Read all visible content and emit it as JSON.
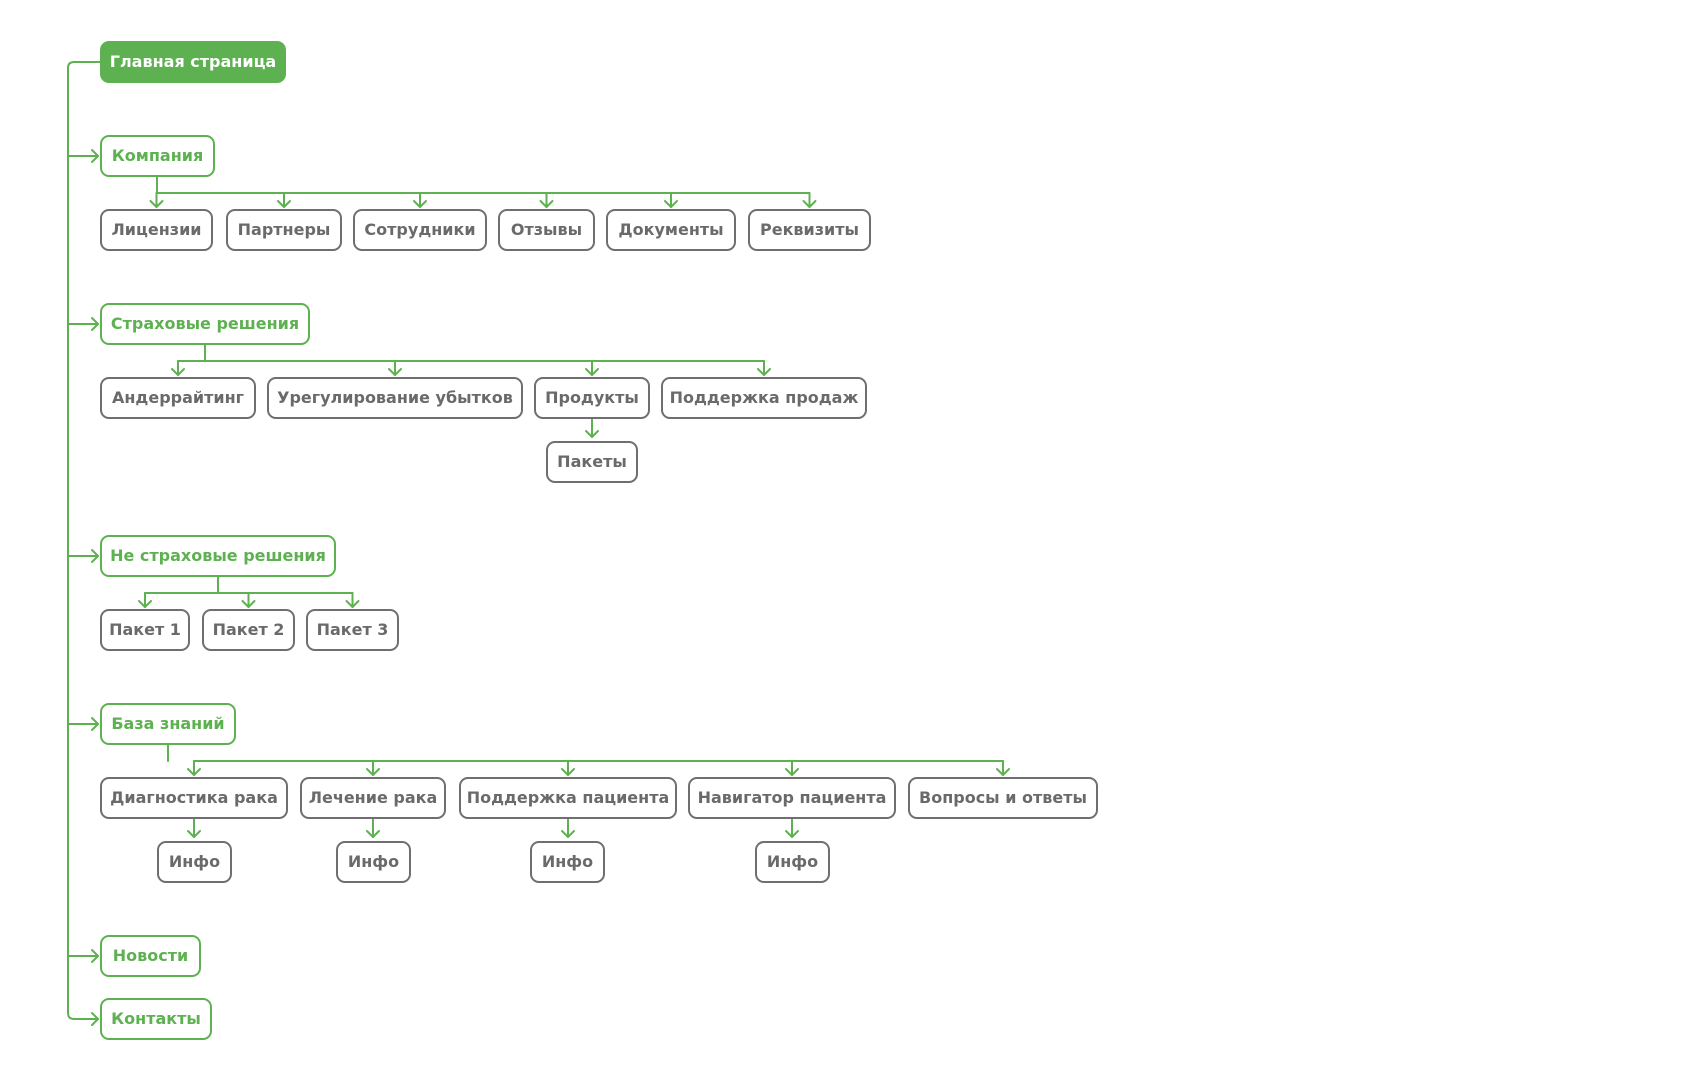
{
  "colors": {
    "accent": "#5db150",
    "node_border": "#6f6f6f",
    "node_text": "#6a6a6a",
    "background": "#ffffff"
  },
  "root": {
    "label": "Главная страница"
  },
  "sections": [
    {
      "label": "Компания",
      "children": [
        {
          "label": "Лицензии"
        },
        {
          "label": "Партнеры"
        },
        {
          "label": "Сотрудники"
        },
        {
          "label": "Отзывы"
        },
        {
          "label": "Документы"
        },
        {
          "label": "Реквизиты"
        }
      ]
    },
    {
      "label": "Страховые решения",
      "children": [
        {
          "label": "Андеррайтинг"
        },
        {
          "label": "Урегулирование убытков"
        },
        {
          "label": "Продукты",
          "sub": "Пакеты"
        },
        {
          "label": "Поддержка продаж"
        }
      ]
    },
    {
      "label": "Не страховые решения",
      "children": [
        {
          "label": "Пакет 1"
        },
        {
          "label": "Пакет 2"
        },
        {
          "label": "Пакет 3"
        }
      ]
    },
    {
      "label": "База знаний",
      "children": [
        {
          "label": "Диагностика рака",
          "sub": "Инфо"
        },
        {
          "label": "Лечение рака",
          "sub": "Инфо"
        },
        {
          "label": "Поддержка пациента",
          "sub": "Инфо"
        },
        {
          "label": "Навигатор пациента",
          "sub": "Инфо"
        },
        {
          "label": "Вопросы и ответы"
        }
      ]
    },
    {
      "label": "Новости",
      "children": []
    },
    {
      "label": "Контакты",
      "children": []
    }
  ]
}
